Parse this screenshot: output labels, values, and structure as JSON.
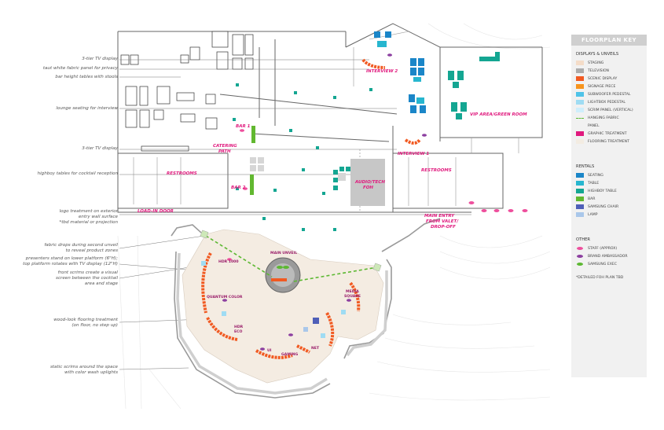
{
  "annotations": [
    "3-tier TV display",
    "taut white fabric panel for privacy",
    "bar height tables with stools",
    "lounge seating for interview",
    "3-tier TV display",
    "highboy tables for cocktail reception",
    "logo treatment on exterior",
    "entry wall surface",
    "*tbd material or projection",
    "fabric drops during second unveil",
    "to reveal product zones",
    "presenters stand on lower platform (6\"H);",
    "top platform rotates with TV display (12\"H)",
    "front scrims create a visual",
    "screen between the cocktail",
    "area and stage",
    "wood-look flooring treatment",
    "(on floor, no step up)",
    "static scrims around the space",
    "with color wash uplights"
  ],
  "rooms": {
    "interview2": "INTERVIEW 2",
    "vip": "VIP AREA/GREEN ROOM",
    "bar1": "BAR 1",
    "catering": "CATERING",
    "catering2": "PATH",
    "interview1": "INTERVIEW 1",
    "restrooms_left": "RESTROOMS",
    "restrooms_right": "RESTROOMS",
    "bar2": "BAR 2",
    "audio1": "AUDIO/TECH",
    "audio2": "FOH",
    "loadin": "LOAD-IN DOOR",
    "entry1": "MAIN ENTRY",
    "entry2": "FROM VALET/",
    "entry3": "DROP-OFF"
  },
  "zones": {
    "main_unveil": "MAIN UNVEIL",
    "hdr1000": "HDR 1000",
    "quantum": "QUANTUM COLOR",
    "media1": "MEDIA",
    "media2": "SQUARE",
    "hdr_eco1": "HDR",
    "hdr_eco2": "ECO",
    "uhd": "UI",
    "gaming": "GAMING",
    "net": "NET"
  },
  "key": {
    "title": "FLOORPLAN KEY",
    "displays_heading": "DISPLAYS & UNVEILS",
    "displays": [
      {
        "label": "STAGING",
        "color": "#f4dcc8",
        "kind": "swatch"
      },
      {
        "label": "TELEVISION",
        "color": "#ababab",
        "kind": "swatch"
      },
      {
        "label": "SCENIC DISPLAY",
        "color": "#f15a22",
        "kind": "swatch"
      },
      {
        "label": "SIGNAGE PIECE",
        "color": "#f7941d",
        "kind": "swatch"
      },
      {
        "label": "SUBWOOFER PEDESTAL",
        "color": "#4fc3e8",
        "kind": "swatch"
      },
      {
        "label": "LIGHTBOX PEDESTAL",
        "color": "#9fdcf3",
        "kind": "swatch"
      },
      {
        "label": "SCRIM PANEL (VERTICAL)",
        "color": "#cfeefb",
        "kind": "swatch"
      },
      {
        "label": "HANGING FABRIC",
        "color": "#5cb832",
        "kind": "dash"
      },
      {
        "label": "PANEL",
        "color": "",
        "kind": "none"
      },
      {
        "label": "GRAPHIC TREATMENT",
        "color": "#e0197d",
        "kind": "swatch"
      },
      {
        "label": "FLOORING TREATMENT",
        "color": "#f3ece2",
        "kind": "swatch"
      }
    ],
    "rentals_heading": "RENTALS",
    "rentals": [
      {
        "label": "SEATING",
        "color": "#1b86c8"
      },
      {
        "label": "TABLE",
        "color": "#27b6cf"
      },
      {
        "label": "HIGHBOY TABLE",
        "color": "#14a692"
      },
      {
        "label": "BAR",
        "color": "#62b830"
      },
      {
        "label": "SAMSUNG CHAIR",
        "color": "#4f5fb8"
      },
      {
        "label": "LAMP",
        "color": "#a9c7ea"
      }
    ],
    "other_heading": "OTHER",
    "other": [
      {
        "label": "STAFF (APPROX)",
        "color": "#ee4f9d"
      },
      {
        "label": "BRAND AMBASSADOR",
        "color": "#8c3fa0"
      },
      {
        "label": "SAMSUNG EXEC",
        "color": "#5cb832"
      }
    ],
    "note": "*DETAILED FOH PLAN TBD"
  }
}
